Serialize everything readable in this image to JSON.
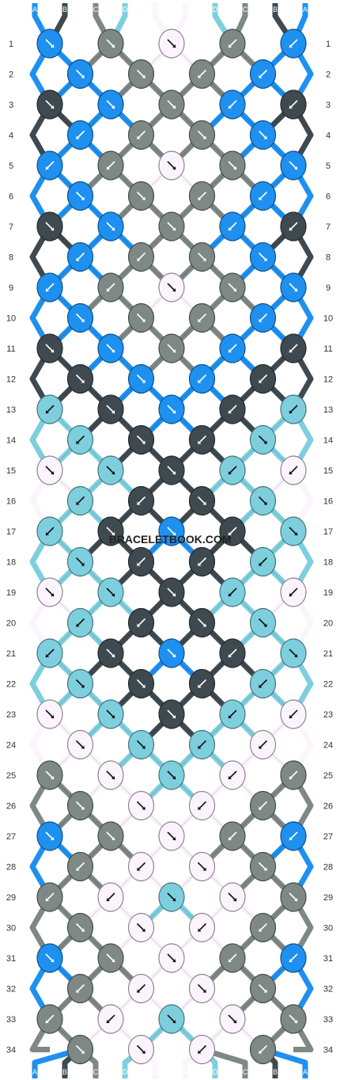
{
  "watermark": "BRACELETBOOK.COM",
  "colors": {
    "A": "#1e90f0",
    "B": "#3f4a50",
    "C": "#7e8884",
    "D": "#7ecfde",
    "E": "#fbf4fc"
  },
  "top_labels": [
    "A",
    "B",
    "C",
    "D",
    "E",
    "E",
    "D",
    "C",
    "B",
    "A"
  ],
  "bottom_labels": [
    "A",
    "B",
    "C",
    "D",
    "E",
    "E",
    "D",
    "C",
    "B",
    "A"
  ],
  "rows": [
    {
      "n": "1",
      "knots": [
        [
          "A",
          "se"
        ],
        [
          "C",
          "se"
        ],
        [
          "E",
          "se"
        ],
        [
          "C",
          "sw"
        ],
        [
          "A",
          "sw"
        ]
      ]
    },
    {
      "n": "2",
      "knots": [
        [
          "A",
          "se"
        ],
        [
          "C",
          "se"
        ],
        [
          "C",
          "sw"
        ],
        [
          "A",
          "sw"
        ]
      ]
    },
    {
      "n": "3",
      "knots": [
        [
          "B",
          "se"
        ],
        [
          "A",
          "se"
        ],
        [
          "C",
          "se"
        ],
        [
          "A",
          "sw"
        ],
        [
          "B",
          "sw"
        ]
      ]
    },
    {
      "n": "4",
      "knots": [
        [
          "A",
          "sw"
        ],
        [
          "C",
          "sw"
        ],
        [
          "C",
          "se"
        ],
        [
          "A",
          "se"
        ]
      ]
    },
    {
      "n": "5",
      "knots": [
        [
          "A",
          "sw"
        ],
        [
          "C",
          "sw"
        ],
        [
          "E",
          "se"
        ],
        [
          "C",
          "se"
        ],
        [
          "A",
          "se"
        ]
      ]
    },
    {
      "n": "6",
      "knots": [
        [
          "A",
          "se"
        ],
        [
          "C",
          "se"
        ],
        [
          "C",
          "sw"
        ],
        [
          "A",
          "sw"
        ]
      ]
    },
    {
      "n": "7",
      "knots": [
        [
          "B",
          "se"
        ],
        [
          "A",
          "se"
        ],
        [
          "C",
          "se"
        ],
        [
          "A",
          "sw"
        ],
        [
          "B",
          "sw"
        ]
      ]
    },
    {
      "n": "8",
      "knots": [
        [
          "A",
          "sw"
        ],
        [
          "C",
          "sw"
        ],
        [
          "C",
          "se"
        ],
        [
          "A",
          "se"
        ]
      ]
    },
    {
      "n": "9",
      "knots": [
        [
          "A",
          "sw"
        ],
        [
          "C",
          "sw"
        ],
        [
          "E",
          "se"
        ],
        [
          "C",
          "se"
        ],
        [
          "A",
          "se"
        ]
      ]
    },
    {
      "n": "10",
      "knots": [
        [
          "A",
          "se"
        ],
        [
          "C",
          "se"
        ],
        [
          "C",
          "sw"
        ],
        [
          "A",
          "sw"
        ]
      ]
    },
    {
      "n": "11",
      "knots": [
        [
          "B",
          "se"
        ],
        [
          "A",
          "se"
        ],
        [
          "C",
          "se"
        ],
        [
          "A",
          "sw"
        ],
        [
          "B",
          "sw"
        ]
      ]
    },
    {
      "n": "12",
      "knots": [
        [
          "B",
          "se"
        ],
        [
          "A",
          "se"
        ],
        [
          "A",
          "sw"
        ],
        [
          "B",
          "sw"
        ]
      ]
    },
    {
      "n": "13",
      "knots": [
        [
          "D",
          "sw"
        ],
        [
          "B",
          "se"
        ],
        [
          "A",
          "se"
        ],
        [
          "B",
          "sw"
        ],
        [
          "D",
          "sw"
        ]
      ]
    },
    {
      "n": "14",
      "knots": [
        [
          "D",
          "sw"
        ],
        [
          "B",
          "se"
        ],
        [
          "B",
          "sw"
        ],
        [
          "D",
          "se"
        ]
      ]
    },
    {
      "n": "15",
      "knots": [
        [
          "E",
          "se"
        ],
        [
          "D",
          "se"
        ],
        [
          "B",
          "se"
        ],
        [
          "D",
          "sw"
        ],
        [
          "E",
          "sw"
        ]
      ]
    },
    {
      "n": "16",
      "knots": [
        [
          "D",
          "sw"
        ],
        [
          "B",
          "sw"
        ],
        [
          "B",
          "se"
        ],
        [
          "D",
          "se"
        ]
      ]
    },
    {
      "n": "17",
      "knots": [
        [
          "D",
          "sw"
        ],
        [
          "B",
          "se"
        ],
        [
          "A",
          "se"
        ],
        [
          "B",
          "sw"
        ],
        [
          "D",
          "se"
        ]
      ]
    },
    {
      "n": "18",
      "knots": [
        [
          "D",
          "se"
        ],
        [
          "B",
          "sw"
        ],
        [
          "B",
          "sw"
        ],
        [
          "D",
          "sw"
        ]
      ]
    },
    {
      "n": "19",
      "knots": [
        [
          "E",
          "se"
        ],
        [
          "D",
          "se"
        ],
        [
          "B",
          "se"
        ],
        [
          "D",
          "sw"
        ],
        [
          "E",
          "sw"
        ]
      ]
    },
    {
      "n": "20",
      "knots": [
        [
          "D",
          "sw"
        ],
        [
          "B",
          "sw"
        ],
        [
          "B",
          "se"
        ],
        [
          "D",
          "se"
        ]
      ]
    },
    {
      "n": "21",
      "knots": [
        [
          "D",
          "sw"
        ],
        [
          "B",
          "se"
        ],
        [
          "A",
          "se"
        ],
        [
          "B",
          "sw"
        ],
        [
          "D",
          "se"
        ]
      ]
    },
    {
      "n": "22",
      "knots": [
        [
          "D",
          "se"
        ],
        [
          "B",
          "se"
        ],
        [
          "B",
          "sw"
        ],
        [
          "D",
          "sw"
        ]
      ]
    },
    {
      "n": "23",
      "knots": [
        [
          "E",
          "se"
        ],
        [
          "D",
          "se"
        ],
        [
          "B",
          "se"
        ],
        [
          "D",
          "sw"
        ],
        [
          "E",
          "sw"
        ]
      ]
    },
    {
      "n": "24",
      "knots": [
        [
          "E",
          "se"
        ],
        [
          "D",
          "se"
        ],
        [
          "D",
          "sw"
        ],
        [
          "E",
          "sw"
        ]
      ]
    },
    {
      "n": "25",
      "knots": [
        [
          "C",
          "se"
        ],
        [
          "E",
          "se"
        ],
        [
          "D",
          "se"
        ],
        [
          "E",
          "sw"
        ],
        [
          "C",
          "sw"
        ]
      ]
    },
    {
      "n": "26",
      "knots": [
        [
          "C",
          "se"
        ],
        [
          "E",
          "se"
        ],
        [
          "E",
          "sw"
        ],
        [
          "C",
          "sw"
        ]
      ]
    },
    {
      "n": "27",
      "knots": [
        [
          "A",
          "se"
        ],
        [
          "C",
          "se"
        ],
        [
          "E",
          "se"
        ],
        [
          "C",
          "sw"
        ],
        [
          "A",
          "sw"
        ]
      ]
    },
    {
      "n": "28",
      "knots": [
        [
          "C",
          "sw"
        ],
        [
          "E",
          "sw"
        ],
        [
          "E",
          "se"
        ],
        [
          "C",
          "se"
        ]
      ]
    },
    {
      "n": "29",
      "knots": [
        [
          "C",
          "sw"
        ],
        [
          "E",
          "sw"
        ],
        [
          "D",
          "se"
        ],
        [
          "E",
          "se"
        ],
        [
          "C",
          "se"
        ]
      ]
    },
    {
      "n": "30",
      "knots": [
        [
          "C",
          "se"
        ],
        [
          "E",
          "se"
        ],
        [
          "E",
          "sw"
        ],
        [
          "C",
          "sw"
        ]
      ]
    },
    {
      "n": "31",
      "knots": [
        [
          "A",
          "se"
        ],
        [
          "C",
          "se"
        ],
        [
          "E",
          "se"
        ],
        [
          "C",
          "sw"
        ],
        [
          "A",
          "sw"
        ]
      ]
    },
    {
      "n": "32",
      "knots": [
        [
          "C",
          "sw"
        ],
        [
          "E",
          "sw"
        ],
        [
          "E",
          "se"
        ],
        [
          "C",
          "se"
        ]
      ]
    },
    {
      "n": "33",
      "knots": [
        [
          "C",
          "sw"
        ],
        [
          "E",
          "sw"
        ],
        [
          "D",
          "se"
        ],
        [
          "E",
          "se"
        ],
        [
          "C",
          "se"
        ]
      ]
    },
    {
      "n": "34",
      "knots": [
        [
          "C",
          "se"
        ],
        [
          "E",
          "se"
        ],
        [
          "E",
          "sw"
        ],
        [
          "C",
          "sw"
        ]
      ]
    }
  ]
}
